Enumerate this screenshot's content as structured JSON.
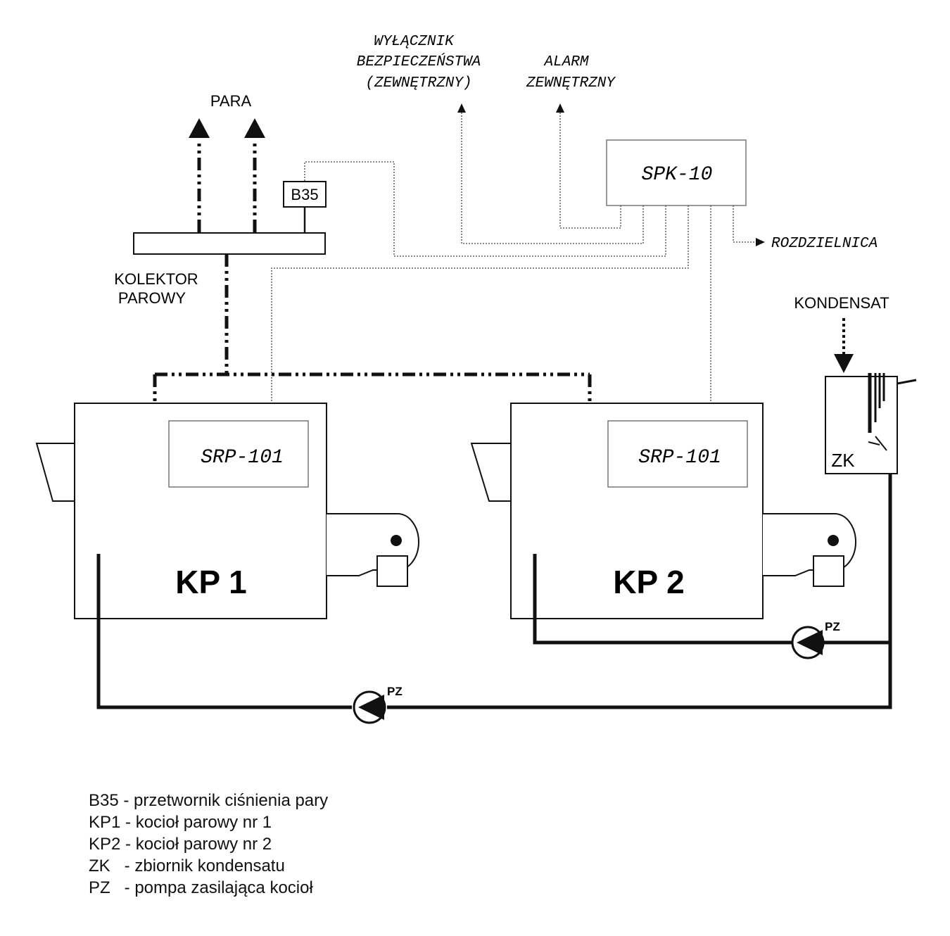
{
  "labels": {
    "para": "PARA",
    "b35": "B35",
    "kolektor_line1": "KOLEKTOR",
    "kolektor_line2": "PAROWY",
    "wylacznik_line1": "WYŁĄCZNIK",
    "wylacznik_line2": "BEZPIECZEŃSTWA",
    "wylacznik_line3": "(ZEWNĘTRZNY)",
    "alarm_line1": "ALARM",
    "alarm_line2": "ZEWNĘTRZNY",
    "spk": "SPK-10",
    "rozdzielnica": "ROZDZIELNICA",
    "kondensat": "KONDENSAT",
    "srp1": "SRP-101",
    "srp2": "SRP-101",
    "kp1": "KP 1",
    "kp2": "KP 2",
    "zk": "ZK",
    "pz1": "PZ",
    "pz2": "PZ"
  },
  "legend": [
    "B35 - przetwornik ciśnienia pary",
    "KP1 - kocioł parowy nr 1",
    "KP2 - kocioł parowy nr 2",
    "ZK   - zbiornik kondensatu",
    "PZ   - pompa zasilająca kocioł"
  ]
}
